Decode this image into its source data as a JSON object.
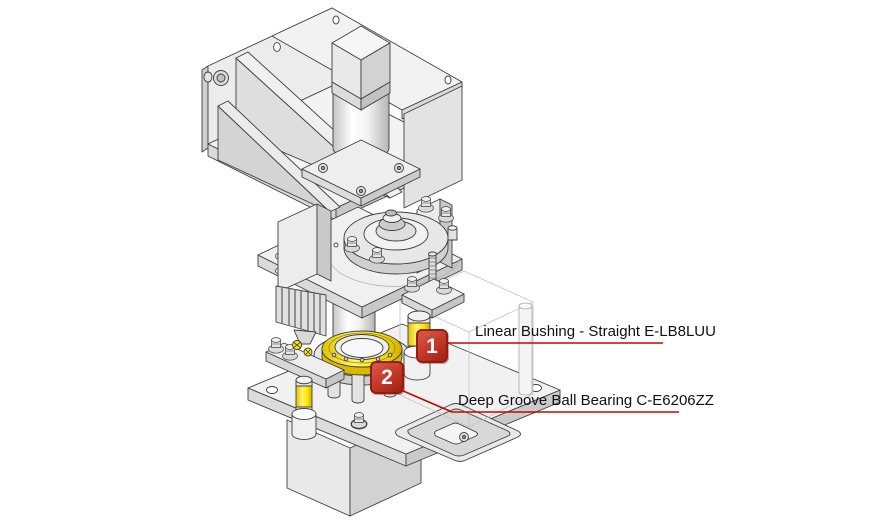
{
  "figure": {
    "type": "isometric-assembly-diagram",
    "description": "CAD application example: motorized vertical press unit with highlighted guide components",
    "background": "#ffffff"
  },
  "callouts": [
    {
      "number": "1",
      "label": "Linear Bushing - Straight  E-LB8LUU"
    },
    {
      "number": "2",
      "label": "Deep Groove Ball Bearing  C-E6206ZZ"
    }
  ],
  "colors": {
    "highlight_yellow": "#ffe800",
    "callout_red": "#c13627",
    "callout_red_dark": "#941d12",
    "leader_red": "#c00a00",
    "outline_gray": "#3f3f3f"
  }
}
